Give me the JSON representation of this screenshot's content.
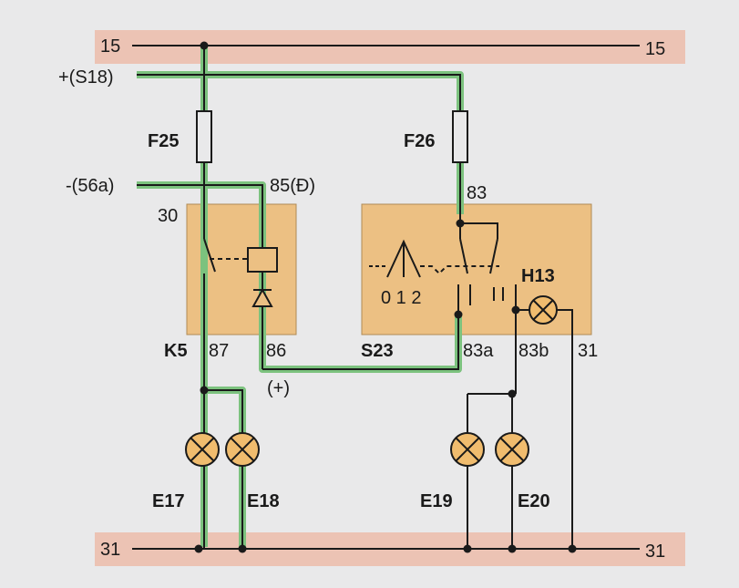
{
  "rails": {
    "top_left": "15",
    "top_right": "15",
    "bottom_left": "31",
    "bottom_right": "31"
  },
  "inputs": {
    "s18": "+(S18)",
    "n56a": "-(56a)",
    "n85": "85(Đ)",
    "plus": "(+)"
  },
  "fuses": {
    "f25": "F25",
    "f26": "F26"
  },
  "relay": {
    "name": "K5",
    "t30": "30",
    "t87": "87",
    "t86": "86"
  },
  "switch": {
    "name": "S23",
    "t83": "83",
    "t83a": "83a",
    "t83b": "83b",
    "t31": "31",
    "positions": "0 1 2",
    "indicator": "H13"
  },
  "lamps": {
    "e17": "E17",
    "e18": "E18",
    "e19": "E19",
    "e20": "E20"
  },
  "colors": {
    "background": "#e9e9ea",
    "rail_band": "#ecc3b4",
    "component_box": "#ecc083",
    "highlight_green": "#4fae52",
    "lamp_fill": "#f0bc6e",
    "wire": "#1a1a1a"
  }
}
